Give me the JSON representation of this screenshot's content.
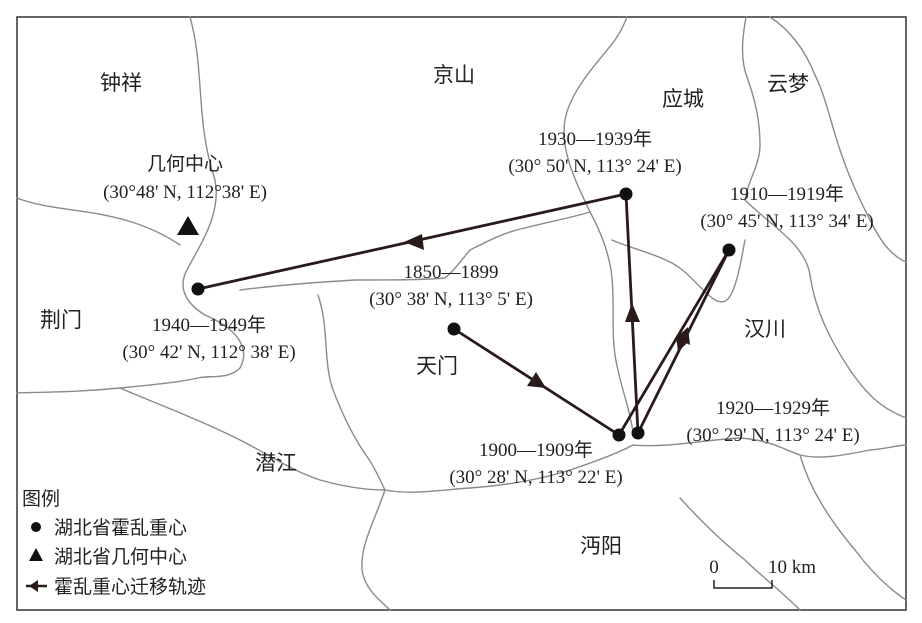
{
  "places": [
    {
      "id": "zhongxiang",
      "name": "钟祥"
    },
    {
      "id": "jingshan",
      "name": "京山"
    },
    {
      "id": "yingcheng",
      "name": "应城"
    },
    {
      "id": "yunmeng",
      "name": "云梦"
    },
    {
      "id": "jingmen",
      "name": "荆门"
    },
    {
      "id": "tianmen",
      "name": "天门"
    },
    {
      "id": "hanchuan",
      "name": "汉川"
    },
    {
      "id": "qianjiang",
      "name": "潜江"
    },
    {
      "id": "mianyang",
      "name": "沔阳"
    }
  ],
  "centroids": [
    {
      "id": "c1850",
      "period": "1850—1899",
      "coord": "(30° 38' N, 113° 5' E)"
    },
    {
      "id": "c1900",
      "period": "1900—1909年",
      "coord": "(30° 28' N, 113° 22' E)"
    },
    {
      "id": "c1910",
      "period": "1910—1919年",
      "coord": "(30° 45' N, 113° 34' E)"
    },
    {
      "id": "c1920",
      "period": "1920—1929年",
      "coord": "(30° 29' N, 113° 24' E)"
    },
    {
      "id": "c1930",
      "period": "1930—1939年",
      "coord": "(30° 50' N, 113° 24' E)"
    },
    {
      "id": "c1940",
      "period": "1940—1949年",
      "coord": "(30° 42' N, 112° 38' E)"
    }
  ],
  "geometric_center": {
    "label": "几何中心",
    "coord": "(30°48' N, 112°38' E)"
  },
  "legend": {
    "title": "图例",
    "items": [
      {
        "symbol": "dot",
        "label": "湖北省霍乱重心"
      },
      {
        "symbol": "triangle",
        "label": "湖北省几何中心"
      },
      {
        "symbol": "arrow",
        "label": "霍乱重心迁移轨迹"
      }
    ]
  },
  "scale_bar": {
    "start": "0",
    "end": "10 km"
  },
  "colors": {
    "track": "#2a1a1a",
    "boundary": "#8a8a8a",
    "frame": "#333333"
  }
}
